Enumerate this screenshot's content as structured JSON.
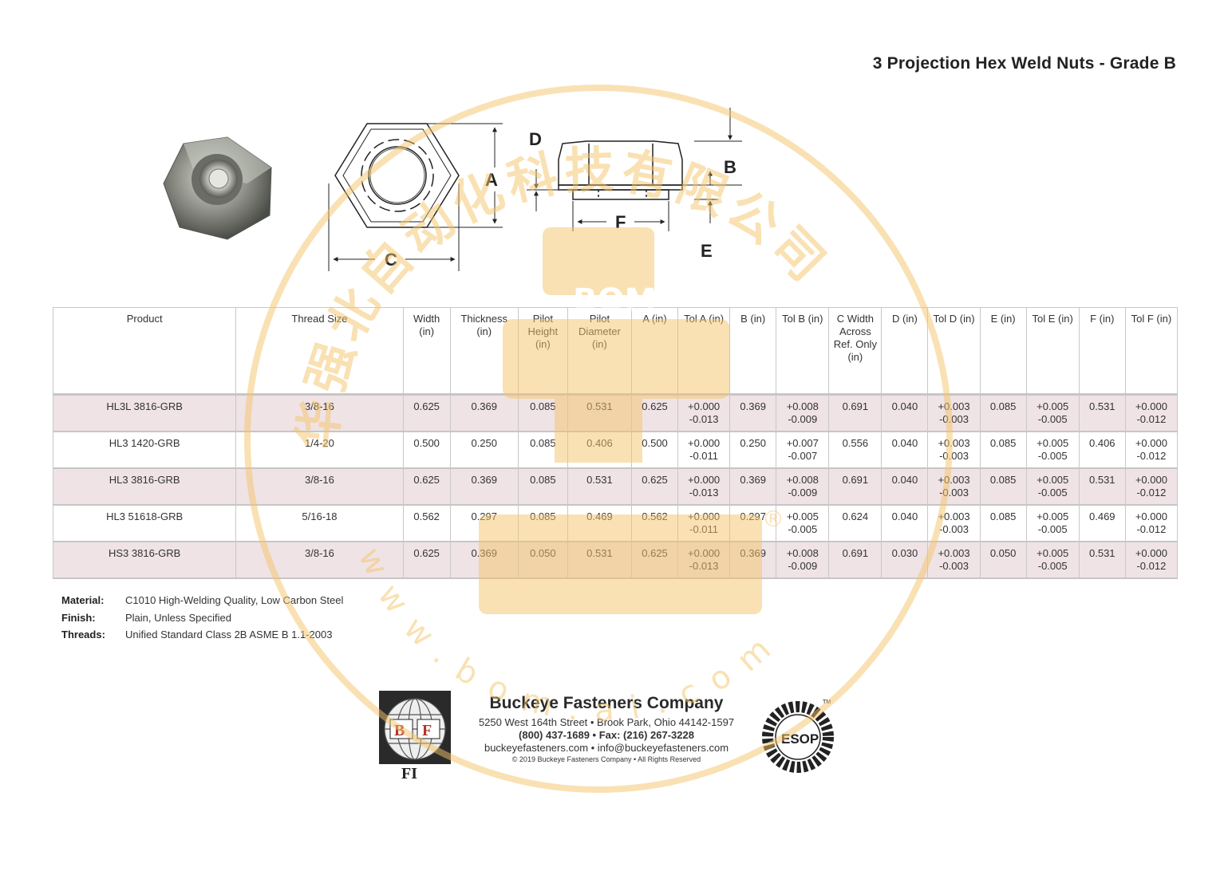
{
  "title": "3 Projection Hex Weld Nuts - Grade B",
  "diagram": {
    "labels": {
      "a": "A",
      "b": "B",
      "c": "C",
      "d": "D",
      "e": "E",
      "f": "F"
    }
  },
  "table": {
    "headers": [
      "Product",
      "Thread Size",
      "Width (in)",
      "Thickness (in)",
      "Pilot Height (in)",
      "Pilot Diameter (in)",
      "A (in)",
      "Tol A (in)",
      "B (in)",
      "Tol B (in)",
      "C Width Across Ref. Only (in)",
      "D (in)",
      "Tol D (in)",
      "E (in)",
      "Tol E (in)",
      "F (in)",
      "Tol F (in)"
    ],
    "rows": [
      [
        "HL3L 3816-GRB",
        "3/8-16",
        "0.625",
        "0.369",
        "0.085",
        "0.531",
        "0.625",
        "+0.000 -0.013",
        "0.369",
        "+0.008 -0.009",
        "0.691",
        "0.040",
        "+0.003 -0.003",
        "0.085",
        "+0.005 -0.005",
        "0.531",
        "+0.000 -0.012"
      ],
      [
        "HL3 1420-GRB",
        "1/4-20",
        "0.500",
        "0.250",
        "0.085",
        "0.406",
        "0.500",
        "+0.000 -0.011",
        "0.250",
        "+0.007 -0.007",
        "0.556",
        "0.040",
        "+0.003 -0.003",
        "0.085",
        "+0.005 -0.005",
        "0.406",
        "+0.000 -0.012"
      ],
      [
        "HL3 3816-GRB",
        "3/8-16",
        "0.625",
        "0.369",
        "0.085",
        "0.531",
        "0.625",
        "+0.000 -0.013",
        "0.369",
        "+0.008 -0.009",
        "0.691",
        "0.040",
        "+0.003 -0.003",
        "0.085",
        "+0.005 -0.005",
        "0.531",
        "+0.000 -0.012"
      ],
      [
        "HL3 51618-GRB",
        "5/16-18",
        "0.562",
        "0.297",
        "0.085",
        "0.469",
        "0.562",
        "+0.000 -0.011",
        "0.297",
        "+0.005 -0.005",
        "0.624",
        "0.040",
        "+0.003 -0.003",
        "0.085",
        "+0.005 -0.005",
        "0.469",
        "+0.000 -0.012"
      ],
      [
        "HS3 3816-GRB",
        "3/8-16",
        "0.625",
        "0.369",
        "0.050",
        "0.531",
        "0.625",
        "+0.000 -0.013",
        "0.369",
        "+0.008 -0.009",
        "0.691",
        "0.030",
        "+0.003 -0.003",
        "0.050",
        "+0.005 -0.005",
        "0.531",
        "+0.000 -0.012"
      ]
    ]
  },
  "notes": [
    {
      "label": "Material:",
      "value": "C1010 High-Welding Quality, Low Carbon Steel"
    },
    {
      "label": "Finish:",
      "value": "Plain, Unless Specified"
    },
    {
      "label": "Threads:",
      "value": "Unified Standard Class 2B ASME B 1.1-2003"
    }
  ],
  "company": {
    "name": "Buckeye Fasteners Company",
    "address": "5250 West 164th Street • Brook Park, Ohio 44142-1597",
    "phone": "(800) 437-1689 • Fax: (216) 267-3228",
    "web": "buckeyefasteners.com • info@buckeyefasteners.com",
    "copyright": "© 2019 Buckeye Fasteners Company • All Rights Reserved",
    "logo_letters": [
      "B",
      "F",
      "FI"
    ]
  },
  "esop": {
    "text": "ESOP",
    "tm": "TM"
  },
  "watermark": {
    "chinese": "华强北自动化科技有限公司",
    "bom": "BOM",
    "url": "www.bom.ai.com",
    "reg": "®",
    "color": "#f5c46a"
  },
  "colors": {
    "row_shade": "#efe3e5",
    "border": "#c8c8c8"
  }
}
